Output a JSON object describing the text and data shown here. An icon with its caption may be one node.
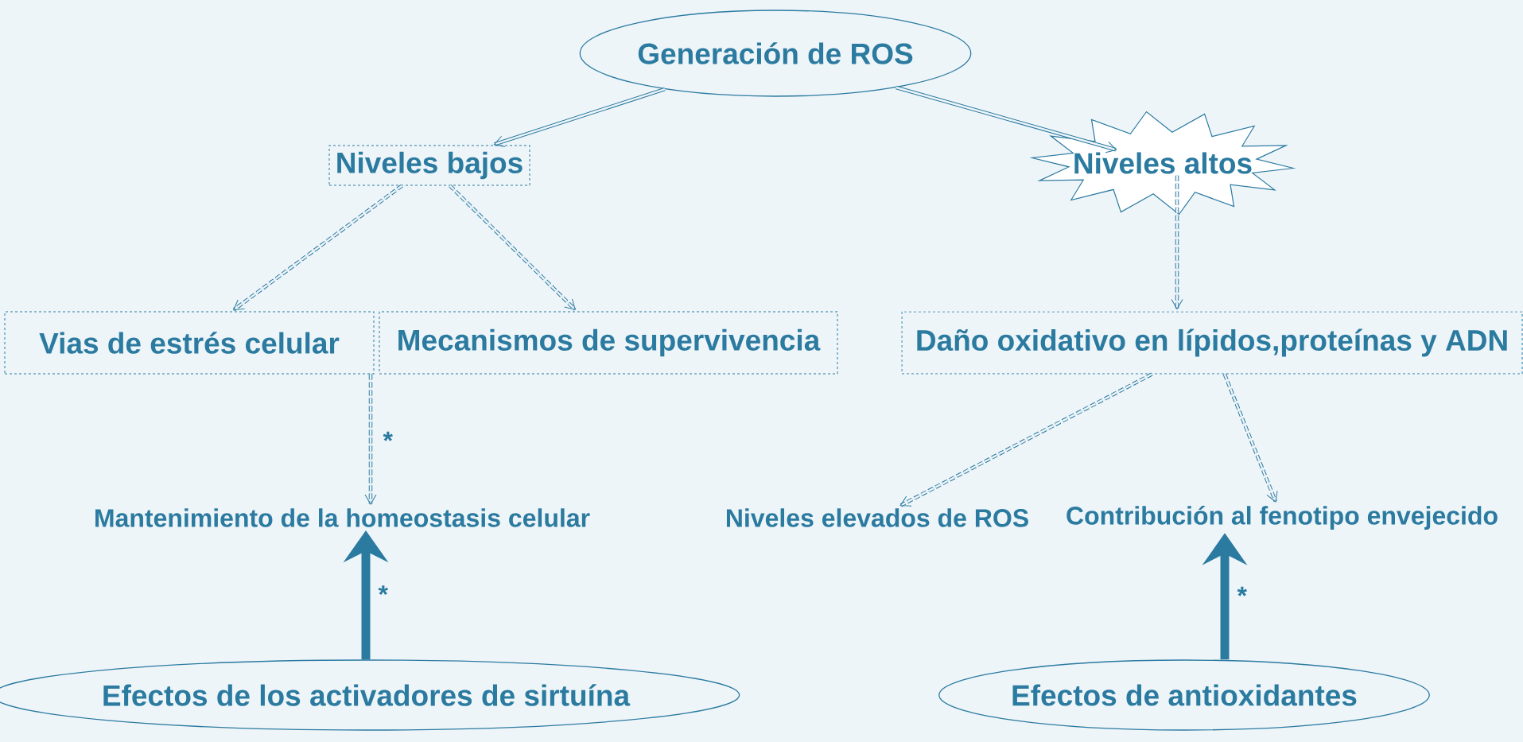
{
  "diagram": {
    "nodes": [
      {
        "text": [
          "Generación de ROS"
        ]
      },
      {
        "text": [
          "Niveles bajos"
        ]
      },
      {
        "text": [
          "Niveles altos"
        ]
      },
      {
        "text": [
          "Vias de estrés celular"
        ]
      },
      {
        "text": [
          "Mecanismos de supervivencia"
        ]
      },
      {
        "text": [
          "Daño oxidativo en lípidos,proteínas y ADN"
        ]
      },
      {
        "text": [
          "Mantenimiento de la homeostasis celular"
        ]
      },
      {
        "text": [
          "Niveles elevados de ROS"
        ]
      },
      {
        "text": [
          "Contribución al fenotipo envejecido"
        ]
      },
      {
        "text": [
          "Efectos de los activadores de sirtuína"
        ]
      },
      {
        "text": [
          "Efectos de antioxidantes"
        ]
      }
    ],
    "edges": [
      {
        "from": 0,
        "to": 1,
        "arrow": "to"
      },
      {
        "from": 0,
        "to": 2,
        "arrow": "to"
      },
      {
        "from": 1,
        "to": 3,
        "arrow": "to",
        "style": "dashed"
      },
      {
        "from": 1,
        "to": 4,
        "arrow": "to",
        "style": "dashed"
      },
      {
        "from": 2,
        "to": 5,
        "arrow": "to",
        "style": "dashed"
      },
      {
        "from": 3,
        "to": 6,
        "arrow": "to",
        "style": "dashed",
        "label": "*"
      },
      {
        "from": 5,
        "to": 7,
        "arrow": "to",
        "style": "dashed"
      },
      {
        "from": 5,
        "to": 8,
        "arrow": "to",
        "style": "dashed"
      },
      {
        "from": 9,
        "to": 6,
        "arrow": "to",
        "style": "thick",
        "label": "*"
      },
      {
        "from": 10,
        "to": 8,
        "arrow": "to",
        "style": "thick",
        "label": "*"
      }
    ]
  }
}
